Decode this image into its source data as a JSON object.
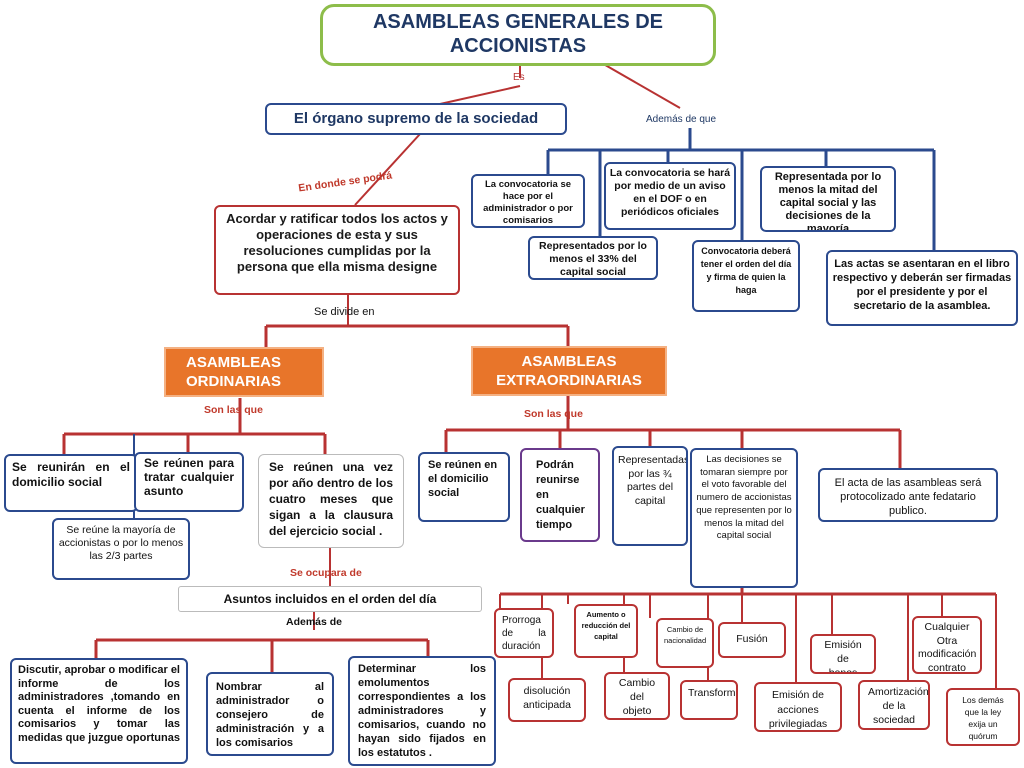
{
  "title": "ASAMBLEAS GENERALES  DE ACCIONISTAS",
  "label_es": "Es",
  "label_ademas_que": "Además de que",
  "organo": "El órgano supremo de la sociedad",
  "label_en_donde": "En donde se podrá",
  "acordar": "Acordar y ratificar  todos los actos y operaciones de esta y sus resoluciones cumplidas por la persona que ella misma designe",
  "label_se_divide": "Se divide en",
  "ademas_items": [
    "La convocatoria se hace por el administrador  o por comisarios",
    "La convocatoria  se hará por medio de un aviso en el DOF o en periódicos oficiales",
    "Representada  por lo menos la mitad del capital social y las decisiones  de la mayoría",
    "Representados  por lo menos el 33% del capital social",
    "Convocatoria deberá tener el orden del día  y firma  de quien la haga",
    "Las actas  se asentaran  en el libro respectivo  y deberán ser firmadas por el presidente  y por el secretario   de la asamblea."
  ],
  "ordinarias": "ASAMBLEAS ORDINARIAS",
  "extraordinarias": "ASAMBLEAS EXTRAORDINARIAS",
  "label_son_las_que_1": "Son  las que",
  "label_son_las_que_2": "Son las que",
  "ord_items": [
    "Se reunirán en el domicilio social",
    "Se reúnen para tratar cualquier asunto",
    "Se reúnen una vez por año dentro de los cuatro meses que sigan a la clausura del ejercicio social ."
  ],
  "mayoria": "Se reúne la mayoría de accionistas  o por lo menos las 2/3 partes",
  "label_se_ocupara": "Se ocupara de",
  "asuntos": "Asuntos incluidos en el orden del día",
  "label_ademas_de": "Además  de",
  "ocupa_items": [
    "Discutir, aprobar o modificar el informe de los administradores ,tomando en cuenta el informe de los comisarios y tomar las medidas que juzgue oportunas",
    "Nombrar al administrador o consejero de administración y a los comisarios",
    "Determinar los emolumentos correspondientes a los administradores y comisarios, cuando no hayan sido fijados en los estatutos ."
  ],
  "ext_items": [
    "Se reúnen en el domicilio social",
    "Podrán reunirse en cualquier tiempo",
    "Representadas por las ¾ partes del capital",
    "Las decisiones se tomaran siempre por el voto favorable del numero de accionistas que representen por lo menos la mitad del capital social",
    "El acta de  las asambleas será protocolizado ante fedatario publico."
  ],
  "ext_subjects": [
    "Prorroga de la duración",
    "Aumento o reducción del capital",
    "Cambio de nacionalidad",
    "Fusión",
    "Emisión de bonos",
    "Cualquier Otra modificación contrato",
    "disolución anticipada",
    "Cambio del objeto",
    "Transformación",
    "Emisión de acciones privilegiadas",
    "Amortización de la sociedad",
    "Los demás que la ley exija un quórum"
  ],
  "colors": {
    "blue": "#2b4a8e",
    "red": "#b83232",
    "orange": "#e8752a",
    "green": "#8dbd4a",
    "purple": "#6a3a8c"
  }
}
